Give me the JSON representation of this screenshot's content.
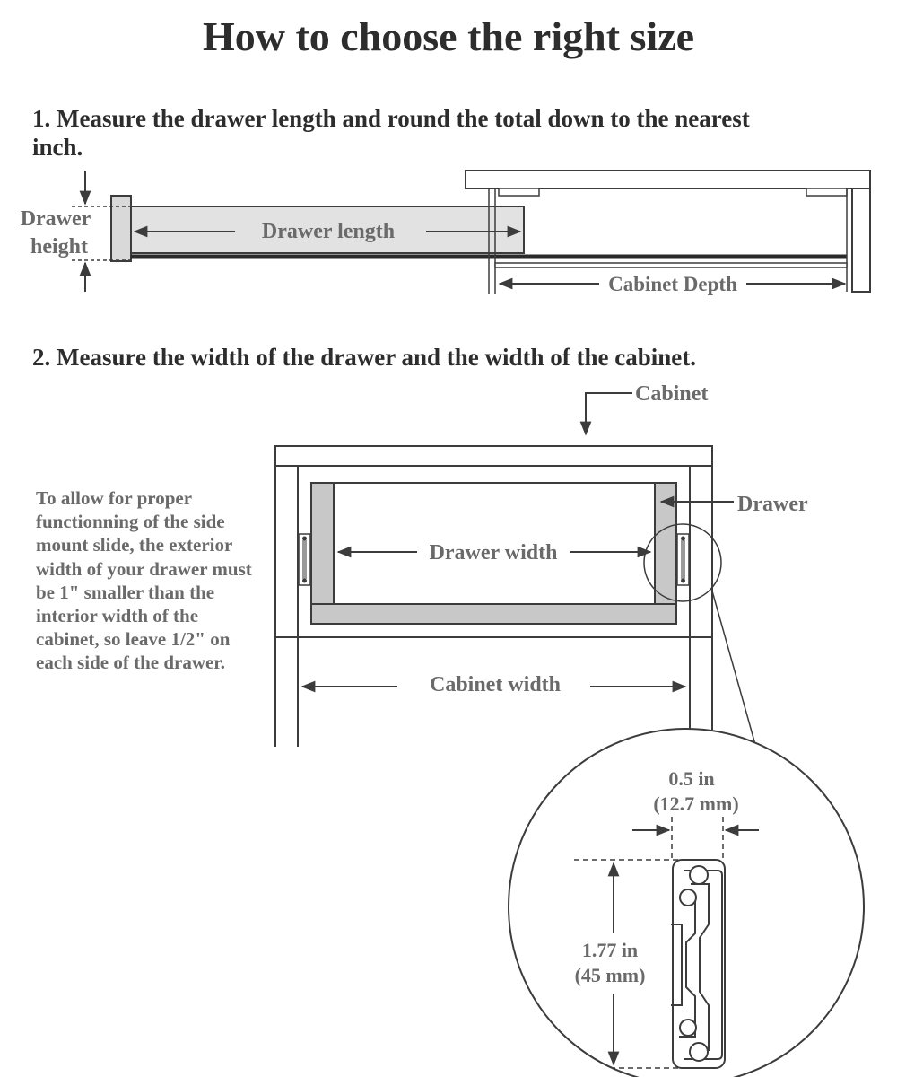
{
  "title": "How to choose the right size",
  "step1": {
    "text": "1. Measure the drawer length and round the total down to the nearest inch.",
    "labels": {
      "drawer_height_line1": "Drawer",
      "drawer_height_line2": "height",
      "drawer_length": "Drawer length",
      "cabinet_depth": "Cabinet Depth"
    }
  },
  "step2": {
    "text": "2. Measure the width of the drawer and the width of the cabinet.",
    "labels": {
      "cabinet": "Cabinet",
      "drawer": "Drawer",
      "drawer_width": "Drawer width",
      "cabinet_width": "Cabinet width"
    },
    "note": "To allow for proper functionning of the side mount slide, the exterior width of your drawer must be 1\" smaller than the interior width of the cabinet, so leave 1/2\" on each side of the drawer."
  },
  "detail": {
    "gap_value": "0.5 in",
    "gap_metric": "(12.7 mm)",
    "height_value": "1.77 in",
    "height_metric": "(45 mm)"
  },
  "colors": {
    "line": "#3c3c3c",
    "panel_fill": "#c8c8c8",
    "drawer_fill": "#e2e2e2",
    "text": "#6a6a6a"
  }
}
